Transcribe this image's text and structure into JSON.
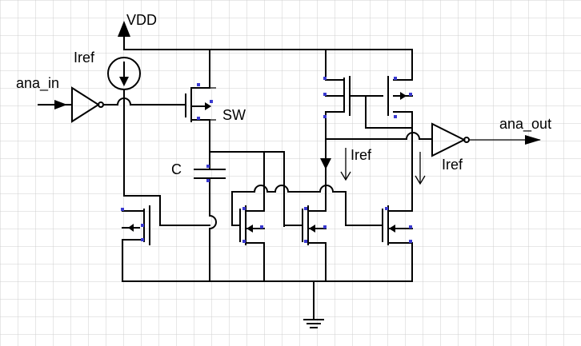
{
  "labels": {
    "vdd": "VDD",
    "iref_source": "Iref",
    "input": "ana_in",
    "switch": "SW",
    "capacitor": "C",
    "iref_mirror": "Iref",
    "output": "ana_out",
    "iref_output_stage": "Iref"
  }
}
